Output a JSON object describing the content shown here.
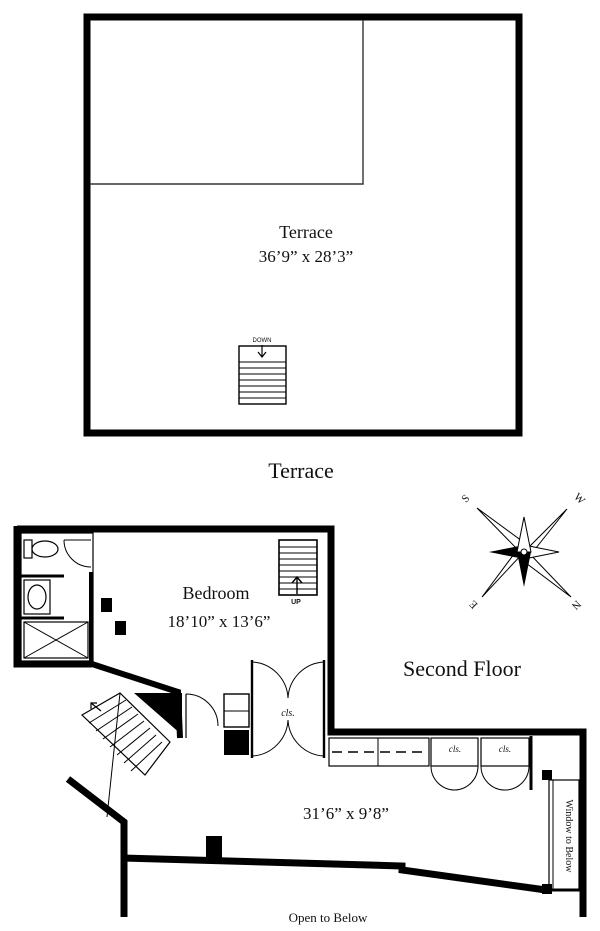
{
  "terrace_plan": {
    "room_name": "Terrace",
    "room_dims": "36’9” x 28’3”",
    "stair_label": "DOWN",
    "caption": "Terrace"
  },
  "second_floor": {
    "title": "Second Floor",
    "bedroom_name": "Bedroom",
    "bedroom_dims": "18’10” x 13’6”",
    "stair_label": "UP",
    "closet_label": "cls.",
    "closet_label_2": "cls.",
    "closet_label_3": "cls.",
    "hall_dims": "31’6” x 9’8”",
    "window_label": "Window to Below",
    "open_label": "Open to Below"
  },
  "compass": {
    "s": "S",
    "w": "W",
    "e": "E",
    "n": "N"
  }
}
